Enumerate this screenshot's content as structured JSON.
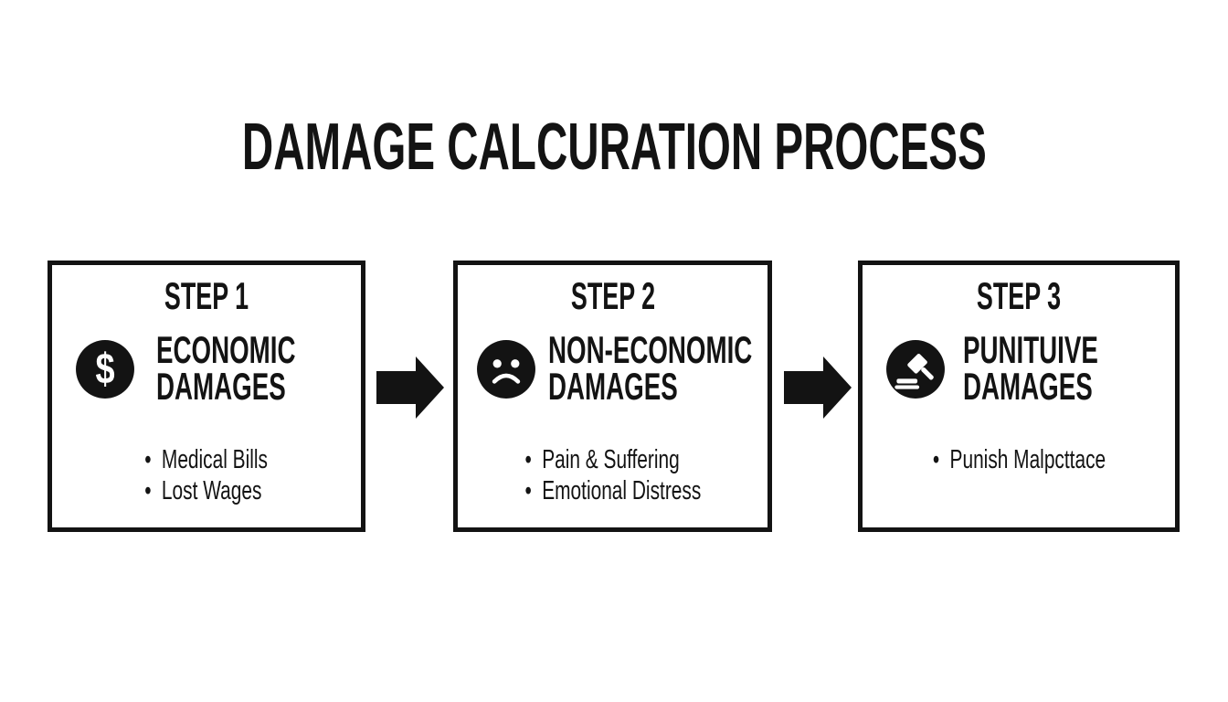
{
  "title": "DAMAGE CALCURATION PROCESS",
  "colors": {
    "ink": "#131313",
    "background": "#ffffff",
    "icon_fill": "#131313",
    "icon_glyph": "#ffffff"
  },
  "icons": {
    "step1": "dollar-circle",
    "step2": "sad-face-circle",
    "step3": "gavel-circle",
    "connector": "solid-right-arrow",
    "dollar_glyph": "$"
  },
  "steps": [
    {
      "label": "STEP 1",
      "heading": [
        "ECONOMIC",
        "DAMAGES"
      ],
      "bullets": [
        "Medical Bills",
        "Lost Wages"
      ]
    },
    {
      "label": "STEP 2",
      "heading": [
        "NON-ECONOMIC",
        "DAMAGES"
      ],
      "bullets": [
        "Pain & Suffering",
        "Emotional Distress"
      ]
    },
    {
      "label": "STEP 3",
      "heading": [
        "PUNITUIVE",
        "DAMAGES"
      ],
      "bullets": [
        "Punish Malpcttace"
      ]
    }
  ]
}
